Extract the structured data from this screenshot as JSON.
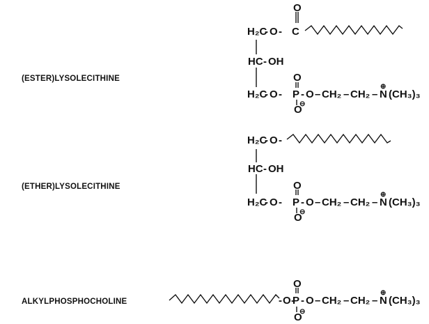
{
  "compounds": [
    {
      "id": "ester",
      "name": "(ESTER)LYSOLECITHINE"
    },
    {
      "id": "ether",
      "name": "(ETHER)LYSOLECITHINE"
    },
    {
      "id": "alkyl",
      "name": "ALKYLPHOSPHOCHOLINE"
    }
  ],
  "fragments": {
    "ch2": "H₂C",
    "o": "O",
    "c": "C",
    "hc": "HC",
    "oh": "OH",
    "p": "P",
    "minus": "⊖",
    "plus": "⊕",
    "chain_ch2": "CH₂",
    "n": "N",
    "nme3": "(CH₃)₃"
  }
}
